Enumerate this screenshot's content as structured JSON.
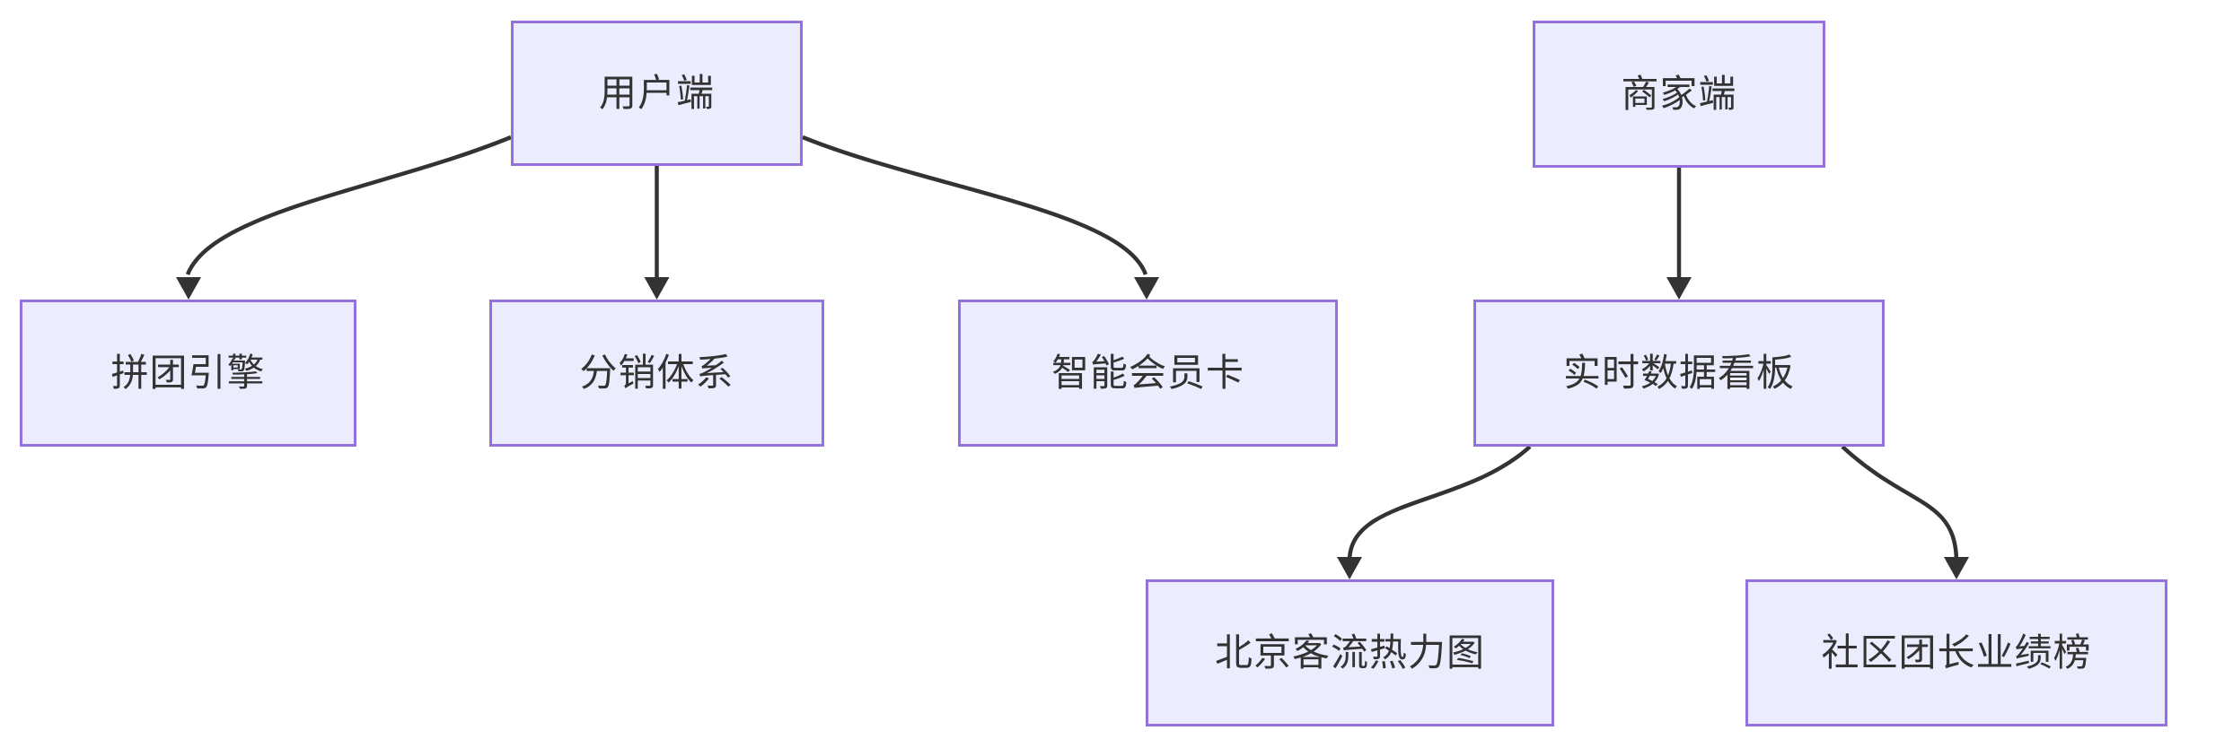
{
  "diagram": {
    "type": "flowchart",
    "background_color": "#ffffff",
    "node_fill_color": "#ECECFF",
    "node_border_color": "#9370DB",
    "node_text_color": "#333333",
    "edge_color": "#333333",
    "nodes": [
      {
        "id": "user-side",
        "label": "用户端"
      },
      {
        "id": "merchant-side",
        "label": "商家端"
      },
      {
        "id": "group-buy-engine",
        "label": "拼团引擎"
      },
      {
        "id": "distribution-system",
        "label": "分销体系"
      },
      {
        "id": "smart-member-card",
        "label": "智能会员卡"
      },
      {
        "id": "realtime-dashboard",
        "label": "实时数据看板"
      },
      {
        "id": "beijing-heatmap",
        "label": "北京客流热力图"
      },
      {
        "id": "leader-board",
        "label": "社区团长业绩榜"
      }
    ],
    "edges": [
      {
        "from": "user-side",
        "to": "group-buy-engine"
      },
      {
        "from": "user-side",
        "to": "distribution-system"
      },
      {
        "from": "user-side",
        "to": "smart-member-card"
      },
      {
        "from": "merchant-side",
        "to": "realtime-dashboard"
      },
      {
        "from": "realtime-dashboard",
        "to": "beijing-heatmap"
      },
      {
        "from": "realtime-dashboard",
        "to": "leader-board"
      }
    ]
  }
}
